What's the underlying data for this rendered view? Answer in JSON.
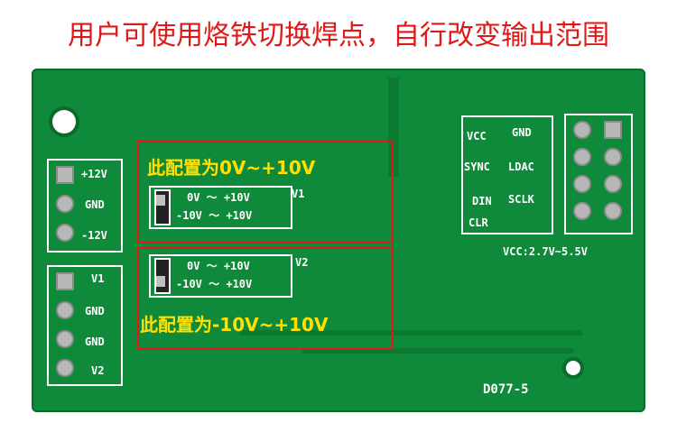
{
  "caption": "用户可使用烙铁切换焊点，自行改变输出范围",
  "left_header": {
    "labels": [
      "+12V",
      "GND",
      "-12V"
    ]
  },
  "right_header": {
    "labels": [
      "V1",
      "GND",
      "GND",
      "V2"
    ]
  },
  "config_v1": {
    "note": "此配置为0V~+10V",
    "row1": "0V ～ +10V",
    "row2": "-10V ～ +10V",
    "tag": "V1"
  },
  "config_v2": {
    "note": "此配置为-10V~+10V",
    "row1": "0V ～ +10V",
    "row2": "-10V ～ +10V",
    "tag": "V2"
  },
  "signals": [
    "VCC",
    "GND",
    "SYNC",
    "LDAC",
    "DIN",
    "SCLK",
    "CLR"
  ],
  "vcc_range": "VCC:2.7V~5.5V",
  "board_id": "D077-5",
  "colors": {
    "pcb_green": "#0f8a3a",
    "annotation_red": "#e01818",
    "annotation_yellow": "#ffe000"
  }
}
